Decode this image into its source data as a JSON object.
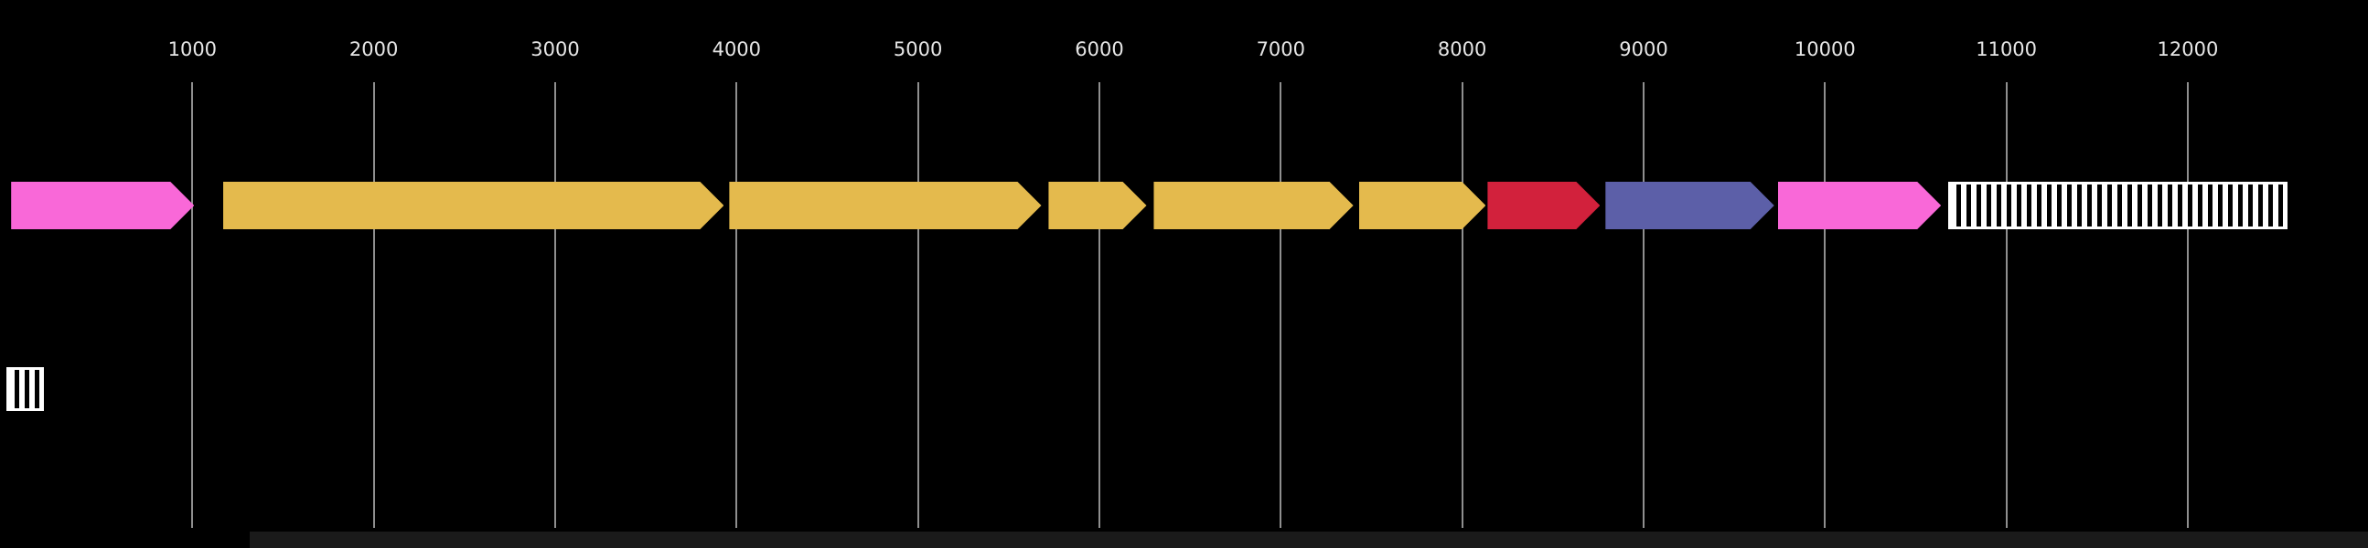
{
  "figure": {
    "type": "genome-feature-map",
    "axis": {
      "min": 0,
      "max": 13000,
      "ticks": [
        1000,
        2000,
        3000,
        4000,
        5000,
        6000,
        7000,
        8000,
        9000,
        10000,
        11000,
        12000
      ]
    },
    "features": [
      {
        "start": 1,
        "end": 1010,
        "shape": "arrow",
        "direction": "right",
        "color": "#f968d8",
        "pattern": "solid"
      },
      {
        "start": 1170,
        "end": 3930,
        "shape": "arrow",
        "direction": "right",
        "color": "#e4ba4d",
        "pattern": "solid"
      },
      {
        "start": 3960,
        "end": 5680,
        "shape": "arrow",
        "direction": "right",
        "color": "#e4ba4d",
        "pattern": "solid"
      },
      {
        "start": 5720,
        "end": 6260,
        "shape": "arrow",
        "direction": "right",
        "color": "#e4ba4d",
        "pattern": "solid"
      },
      {
        "start": 6300,
        "end": 7400,
        "shape": "arrow",
        "direction": "right",
        "color": "#e4ba4d",
        "pattern": "solid"
      },
      {
        "start": 7430,
        "end": 8130,
        "shape": "arrow",
        "direction": "right",
        "color": "#e4ba4d",
        "pattern": "solid"
      },
      {
        "start": 8140,
        "end": 8760,
        "shape": "arrow",
        "direction": "right",
        "color": "#d2213c",
        "pattern": "solid"
      },
      {
        "start": 8790,
        "end": 9720,
        "shape": "arrow",
        "direction": "right",
        "color": "#5c5fa8",
        "pattern": "solid"
      },
      {
        "start": 9740,
        "end": 10640,
        "shape": "arrow",
        "direction": "right",
        "color": "#f968d8",
        "pattern": "solid"
      },
      {
        "start": 10680,
        "end": 12550,
        "shape": "box",
        "direction": "none",
        "color": "#ffffff",
        "pattern": "striped"
      }
    ],
    "legend": {
      "swatch_pattern": "striped"
    }
  },
  "colors": {
    "background": "#000000",
    "grid": "#8f8f8f",
    "tick_label": "#e6e6e6",
    "gold": "#e4ba4d",
    "pink": "#f968d8",
    "red": "#d2213c",
    "blue": "#5c5fa8",
    "bottom_strip": "#1a1a1a"
  }
}
